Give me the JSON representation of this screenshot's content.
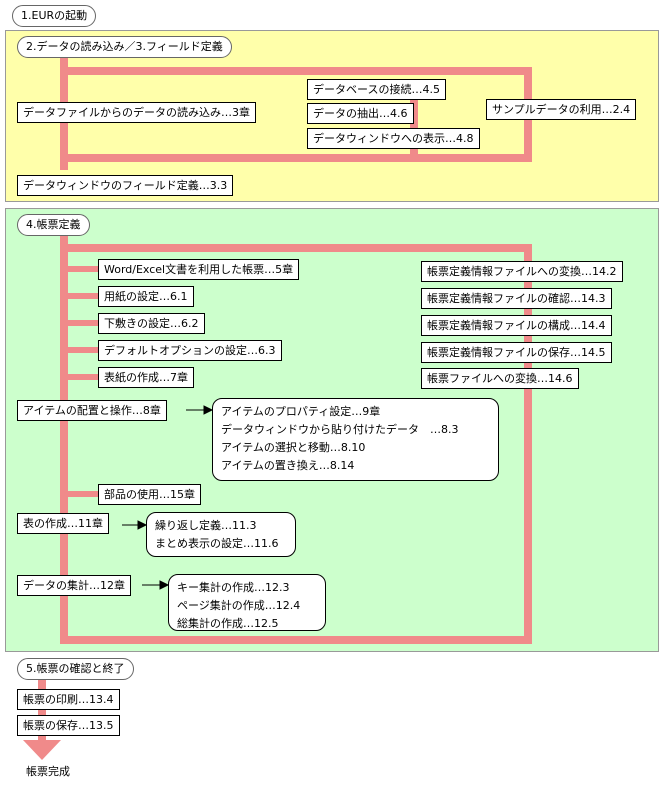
{
  "step1": "1.EURの起動",
  "section1": {
    "title": "2.データの読み込み／3.フィールド定義",
    "read_file": "データファイルからのデータの読み込み…3章",
    "db_connect": "データベースの接続…4.5",
    "extract": "データの抽出…4.6",
    "display": "データウィンドウへの表示…4.8",
    "sample": "サンプルデータの利用…2.4",
    "field_def": "データウィンドウのフィールド定義…3.3"
  },
  "section2": {
    "title": "4.帳票定義",
    "left_items": [
      "Word/Excel文書を利用した帳票…5章",
      "用紙の設定…6.1",
      "下敷きの設定…6.2",
      "デフォルトオプションの設定…6.3",
      "表紙の作成…7章"
    ],
    "right_items": [
      "帳票定義情報ファイルへの変換…14.2",
      "帳票定義情報ファイルの確認…14.3",
      "帳票定義情報ファイルの構成…14.4",
      "帳票定義情報ファイルの保存…14.5",
      "帳票ファイルへの変換…14.6"
    ],
    "item_arrange": "アイテムの配置と操作…8章",
    "item_details": [
      "アイテムのプロパティ設定…9章",
      "データウィンドウから貼り付けたデータ　…8.3",
      "アイテムの選択と移動…8.10",
      "アイテムの置き換え…8.14"
    ],
    "parts": "部品の使用…15章",
    "table": "表の作成…11章",
    "table_details": [
      "繰り返し定義…11.3",
      "まとめ表示の設定…11.6"
    ],
    "aggregate": "データの集計…12章",
    "aggregate_details": [
      "キー集計の作成…12.3",
      "ページ集計の作成…12.4",
      "総集計の作成…12.5"
    ]
  },
  "step5": {
    "title": "5.帳票の確認と終了",
    "print": "帳票の印刷…13.4",
    "save": "帳票の保存…13.5"
  },
  "final": "帳票完成",
  "colors": {
    "section1_bg": "#ffffaa",
    "section2_bg": "#ccffcc",
    "flow_bar": "#f08a8a"
  }
}
